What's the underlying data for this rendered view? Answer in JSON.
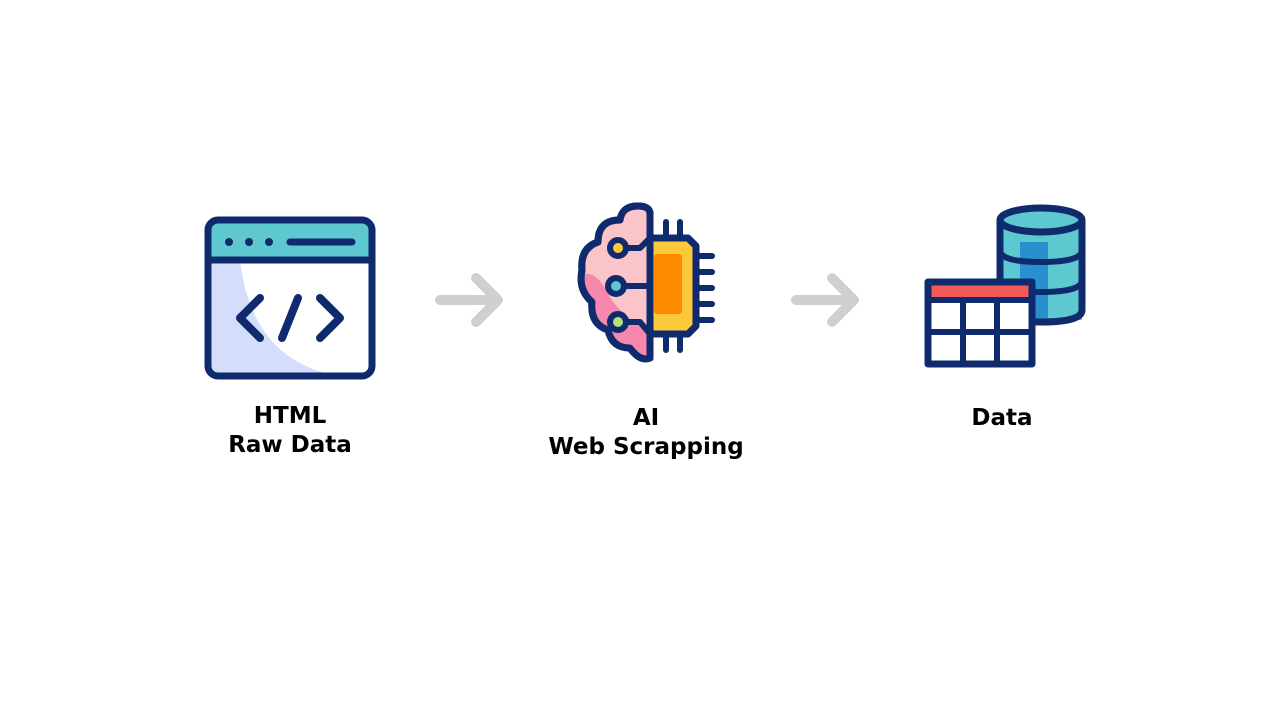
{
  "steps": [
    {
      "icon": "code-window-icon",
      "lines": [
        "HTML",
        "Raw Data"
      ]
    },
    {
      "icon": "ai-brain-chip-icon",
      "lines": [
        "AI",
        "Web Scrapping"
      ]
    },
    {
      "icon": "database-table-icon",
      "lines": [
        "Data"
      ]
    }
  ],
  "arrows": [
    "arrow-right-icon",
    "arrow-right-icon"
  ],
  "colors": {
    "outline": "#0f2b6e",
    "teal": "#5ec8d0",
    "light_blue": "#d4ddfb",
    "pink_light": "#fbc4c9",
    "pink": "#f687ad",
    "yellow": "#fcc93b",
    "orange": "#ff8c00",
    "db_blue": "#2a8fce",
    "red": "#f25a5a",
    "arrow_gray": "#cfcfcf"
  }
}
